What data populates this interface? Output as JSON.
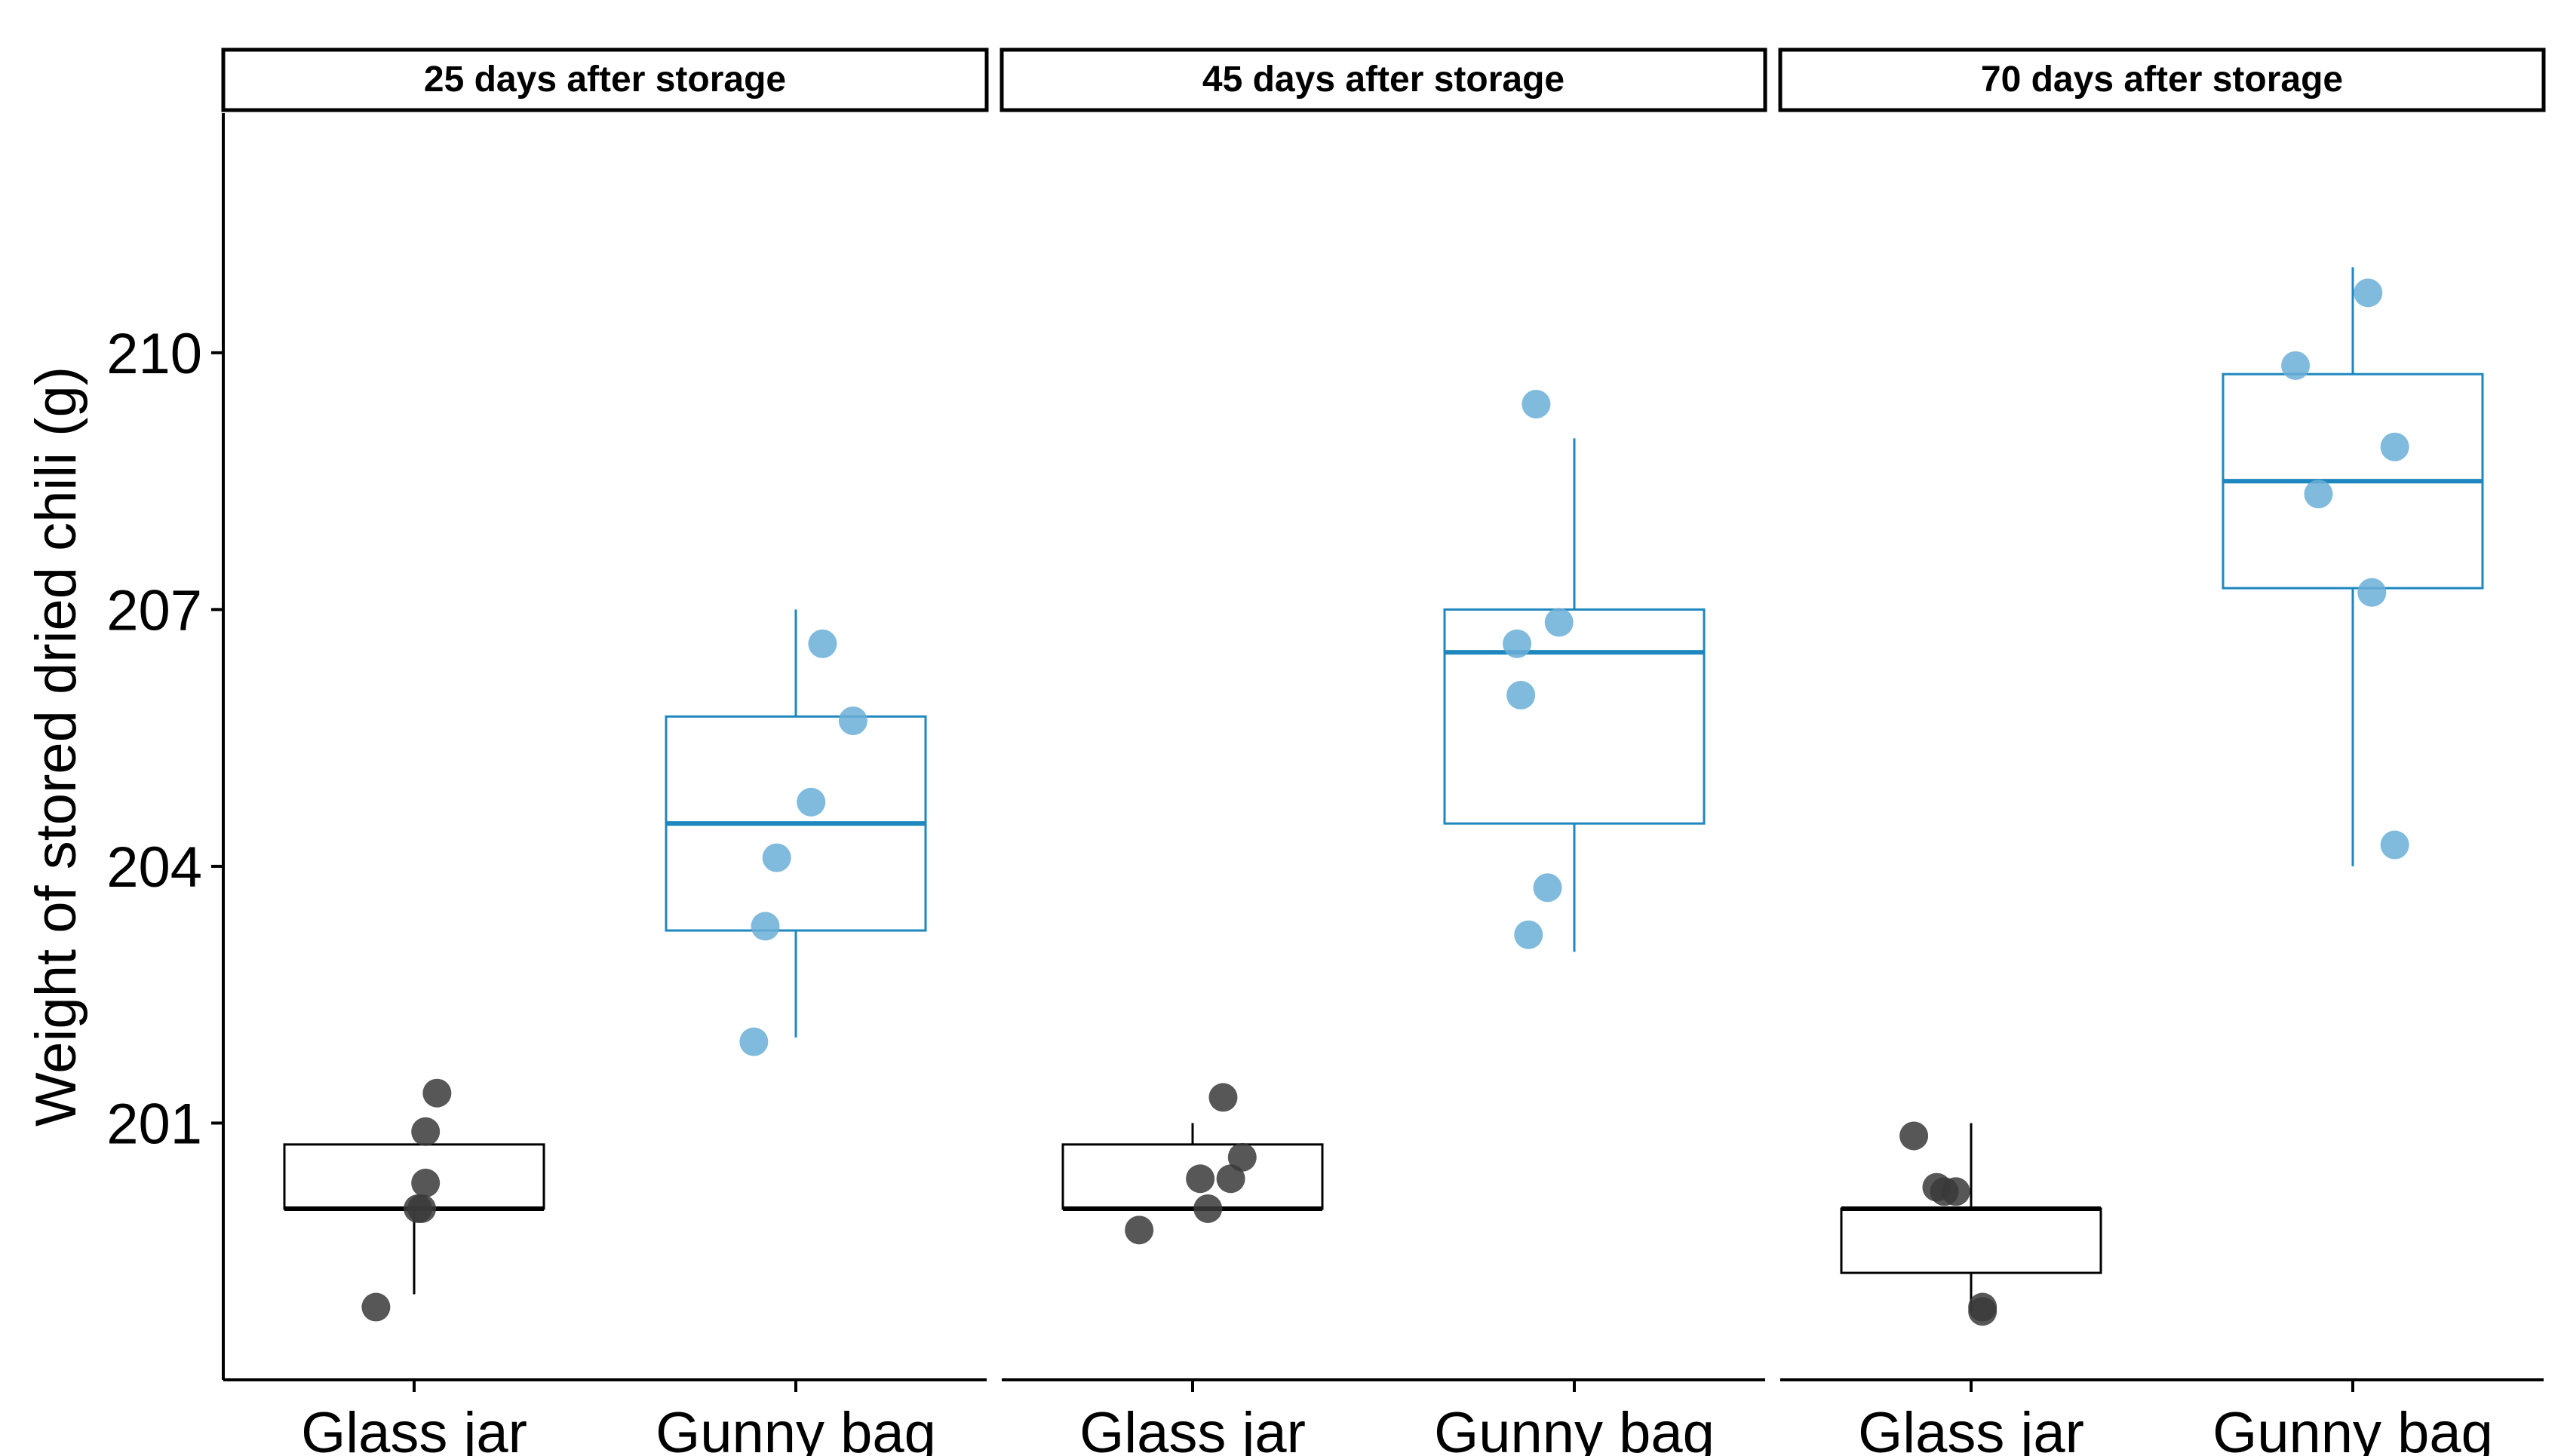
{
  "chart_data": {
    "type": "box",
    "ylabel": "Weight of stored dried chili (g)",
    "xlabel": "",
    "ylim": [
      198.0,
      212.8
    ],
    "yticks": [
      201,
      204,
      207,
      210
    ],
    "categories": [
      "Glass jar",
      "Gunny bag"
    ],
    "colors": {
      "Glass jar": "#000000",
      "Gunny bag": "#1f87bf",
      "Glass jar points": "#3a3a3a",
      "Gunny bag points": "#6aaed6"
    },
    "grid": false,
    "legend": "none",
    "panels": [
      {
        "title": "25 days after storage",
        "boxes": [
          {
            "category": "Glass jar",
            "min": 199.0,
            "q1": 200.0,
            "median": 200.0,
            "q3": 200.75,
            "max": 200.75,
            "points": [
              {
                "x": -0.1,
                "y": 198.85
              },
              {
                "x": 0.01,
                "y": 200.0
              },
              {
                "x": 0.02,
                "y": 200.0
              },
              {
                "x": 0.03,
                "y": 200.3
              },
              {
                "x": 0.03,
                "y": 200.9
              },
              {
                "x": 0.06,
                "y": 201.35
              }
            ]
          },
          {
            "category": "Gunny bag",
            "min": 202.0,
            "q1": 203.25,
            "median": 204.5,
            "q3": 205.75,
            "max": 207.0,
            "points": [
              {
                "x": -0.11,
                "y": 201.95
              },
              {
                "x": -0.08,
                "y": 203.3
              },
              {
                "x": -0.05,
                "y": 204.1
              },
              {
                "x": 0.04,
                "y": 204.75
              },
              {
                "x": 0.15,
                "y": 205.7
              },
              {
                "x": 0.07,
                "y": 206.6
              }
            ]
          }
        ]
      },
      {
        "title": "45 days after storage",
        "boxes": [
          {
            "category": "Glass jar",
            "min": 200.0,
            "q1": 200.0,
            "median": 200.0,
            "q3": 200.75,
            "max": 201.0,
            "points": [
              {
                "x": -0.14,
                "y": 199.75
              },
              {
                "x": 0.04,
                "y": 200.0
              },
              {
                "x": 0.02,
                "y": 200.35
              },
              {
                "x": 0.1,
                "y": 200.35
              },
              {
                "x": 0.13,
                "y": 200.6
              },
              {
                "x": 0.08,
                "y": 201.3
              }
            ]
          },
          {
            "category": "Gunny bag",
            "min": 203.0,
            "q1": 204.5,
            "median": 206.5,
            "q3": 207.0,
            "max": 209.0,
            "points": [
              {
                "x": -0.12,
                "y": 203.2
              },
              {
                "x": -0.07,
                "y": 203.75
              },
              {
                "x": -0.14,
                "y": 206.0
              },
              {
                "x": -0.15,
                "y": 206.6
              },
              {
                "x": -0.04,
                "y": 206.85
              },
              {
                "x": -0.1,
                "y": 209.4
              }
            ]
          }
        ]
      },
      {
        "title": "70 days after storage",
        "boxes": [
          {
            "category": "Glass jar",
            "min": 198.8,
            "q1": 199.25,
            "median": 200.0,
            "q3": 200.0,
            "max": 201.0,
            "points": [
              {
                "x": 0.03,
                "y": 198.8
              },
              {
                "x": 0.03,
                "y": 198.85
              },
              {
                "x": -0.09,
                "y": 200.25
              },
              {
                "x": -0.07,
                "y": 200.2
              },
              {
                "x": -0.04,
                "y": 200.2
              },
              {
                "x": -0.15,
                "y": 200.85
              }
            ]
          },
          {
            "category": "Gunny bag",
            "min": 204.0,
            "q1": 207.25,
            "median": 208.5,
            "q3": 209.75,
            "max": 211.0,
            "points": [
              {
                "x": 0.11,
                "y": 204.25
              },
              {
                "x": 0.05,
                "y": 207.2
              },
              {
                "x": -0.09,
                "y": 208.35
              },
              {
                "x": 0.11,
                "y": 208.9
              },
              {
                "x": -0.15,
                "y": 209.85
              },
              {
                "x": 0.04,
                "y": 210.7
              }
            ]
          }
        ]
      }
    ]
  }
}
